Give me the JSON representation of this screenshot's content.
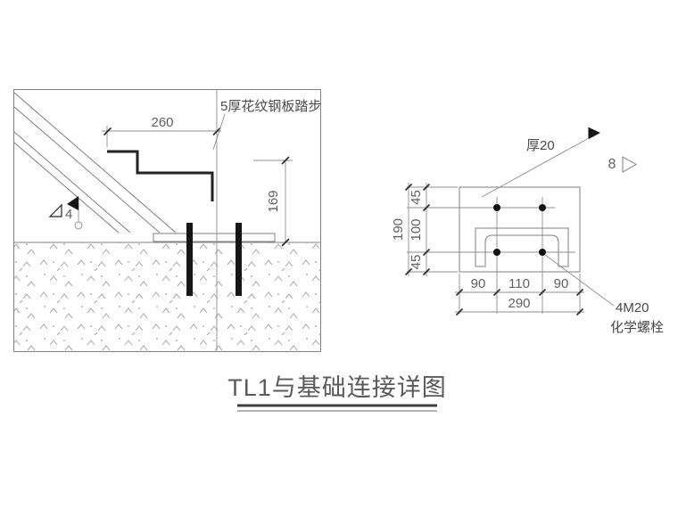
{
  "title": "TL1与基础连接详图",
  "left": {
    "tread_label": "5厚花纹钢板踏步",
    "dim_width": "260",
    "dim_height": "169",
    "weld_size": "4"
  },
  "right": {
    "thickness_label": "厚20",
    "section_number": "8",
    "dim_row_top": "45",
    "dim_row_mid": "100",
    "dim_row_bottom": "45",
    "dim_row_total": "190",
    "dim_col_left": "90",
    "dim_col_mid": "110",
    "dim_col_right": "90",
    "dim_col_total": "290",
    "anchor_label_1": "4M20",
    "anchor_label_2": "化学螺栓"
  },
  "colors": {
    "line": "#7f7f7f",
    "dark": "#1c1c1c",
    "text": "#5a5a5a"
  }
}
